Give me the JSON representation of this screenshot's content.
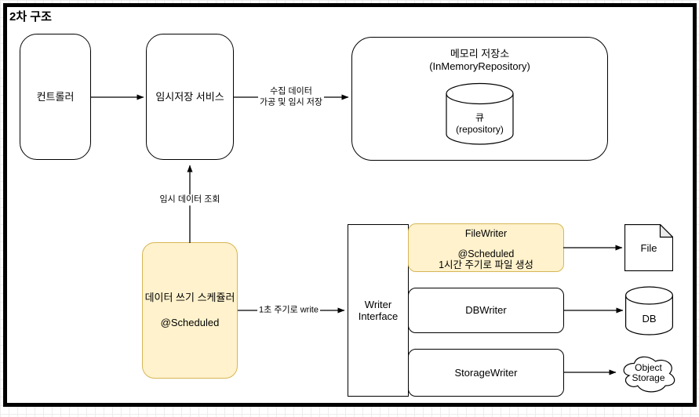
{
  "title": "2차 구조",
  "nodes": {
    "controller": {
      "label": "컨트롤러"
    },
    "temp_service": {
      "label": "임시저장 서비스"
    },
    "memory_repo": {
      "label": "메모리 저장소\n(InMemoryRepository)"
    },
    "queue": {
      "label": "큐\n(repository)"
    },
    "scheduler": {
      "label": "데이터 쓰기 스케쥴러",
      "annotation": "@Scheduled"
    },
    "writer_interface": {
      "label": "Writer\nInterface"
    },
    "file_writer": {
      "label": "FileWriter",
      "annotation": "@Scheduled",
      "detail": "1시간 주기로 파일 생성"
    },
    "db_writer": {
      "label": "DBWriter"
    },
    "storage_writer": {
      "label": "StorageWriter"
    },
    "file": {
      "label": "File"
    },
    "db": {
      "label": "DB"
    },
    "object_storage": {
      "label": "Object\nStorage"
    }
  },
  "edges": {
    "collect_store": {
      "label": "수집 데이터\n가공 및 임시 저장"
    },
    "temp_query": {
      "label": "임시 데이터 조회"
    },
    "write_interval": {
      "label": "1초 주기로 write"
    }
  },
  "colors": {
    "highlight_fill": "#FFF2CC",
    "highlight_border": "#D6B656",
    "shape_border": "#000000",
    "shape_fill": "#FFFFFF",
    "fold_fill": "#EBEBEB"
  }
}
